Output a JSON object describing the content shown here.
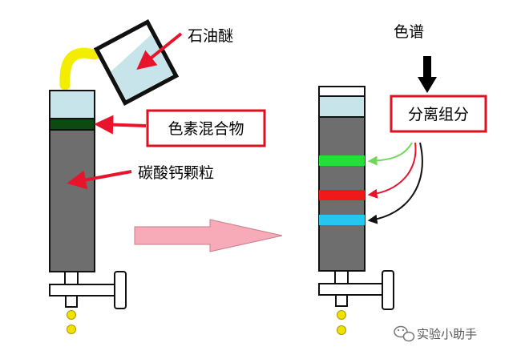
{
  "labels": {
    "petroleum_ether": "石油醚",
    "pigment_mixture": "色素混合物",
    "calcium_carbonate": "碳酸钙颗粒",
    "chromatogram": "色谱",
    "separated_components": "分离组分"
  },
  "watermark": "实验小助手",
  "colors": {
    "column_fill": "#6e6e6e",
    "solvent": "#c6e4ea",
    "pigment_band": "#0d4a10",
    "arrow_red": "#e8142c",
    "label_box_border": "#e01020",
    "band_green": "#22e03a",
    "band_red": "#f01818",
    "band_cyan": "#26c6ee",
    "tube_yellow": "#f3ee00",
    "drop_yellow": "#f1e100",
    "big_arrow": "#f7aab8"
  }
}
